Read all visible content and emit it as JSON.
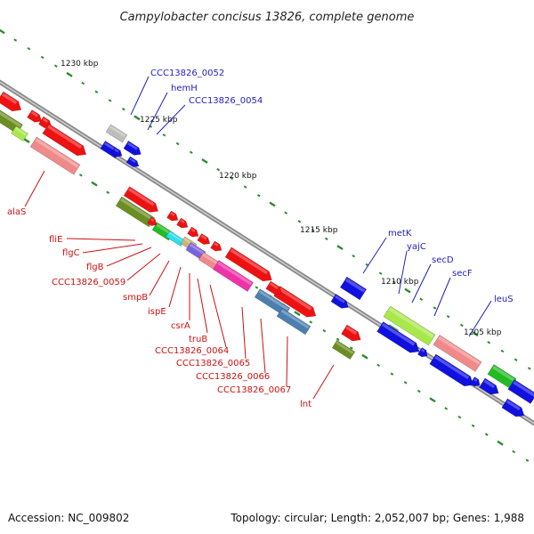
{
  "title": "Campylobacter concisus 13826, complete genome",
  "footer": {
    "accession": "Accession: NC_009802",
    "summary": "Topology: circular; Length: 2,052,007 bp; Genes: 1,988"
  },
  "colors": {
    "backbone": "#8a8a8a",
    "tick": "#2e8b2e",
    "label_forward": "#1f1fbf",
    "label_reverse": "#cc1111",
    "red": "#ee1111",
    "pink": "#f08a8a",
    "blue": "#1010e0",
    "olive": "#6b8e23",
    "steel": "#4a7fb0",
    "green": "#22bb22",
    "lime": "#a8e84a",
    "magenta": "#ee33aa"
  },
  "scale_labels": [
    "1230 kbp",
    "1225 kbp",
    "1220 kbp",
    "1215 kbp",
    "1210 kbp",
    "1205 kbp"
  ],
  "forward_labels": [
    "CCC13826_0052",
    "hemH",
    "CCC13826_0054",
    "metK",
    "yajC",
    "secD",
    "secF",
    "leuS"
  ],
  "reverse_labels": [
    "alaS",
    "fliE",
    "flgC",
    "flgB",
    "CCC13826_0059",
    "smpB",
    "ispE",
    "csrA",
    "truB",
    "CCC13826_0064",
    "CCC13826_0065",
    "CCC13826_0066",
    "CCC13826_0067",
    "lnt"
  ]
}
